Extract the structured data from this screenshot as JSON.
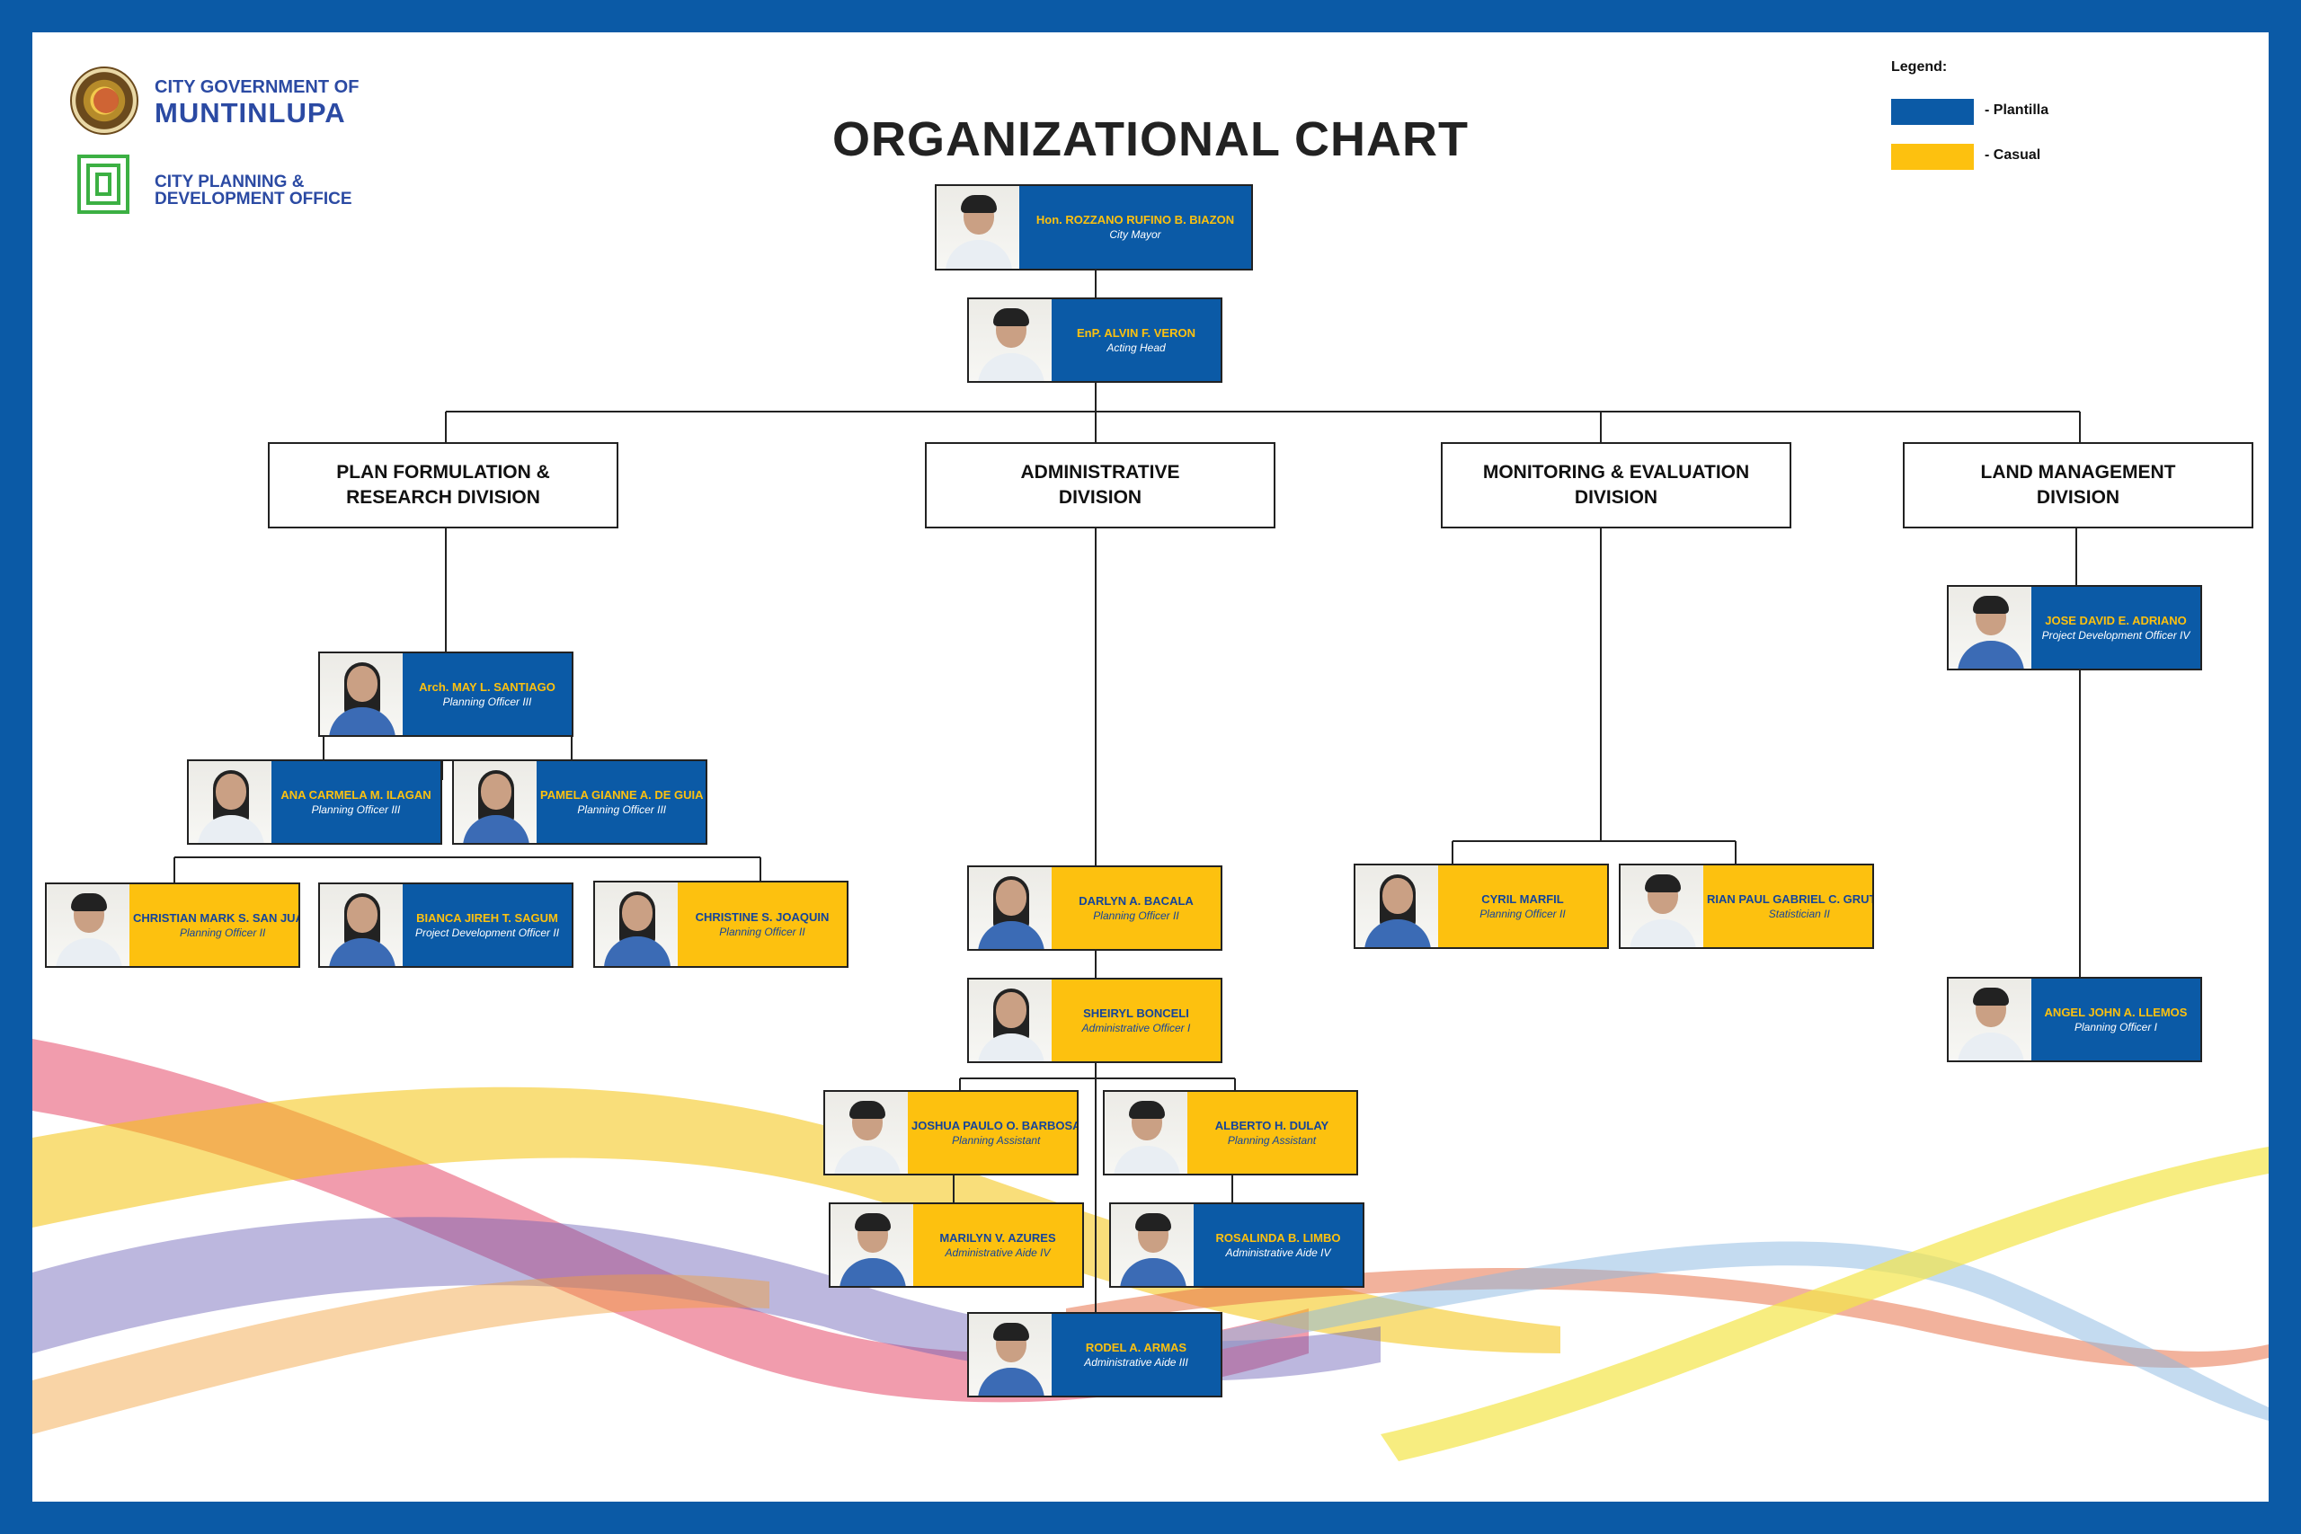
{
  "header": {
    "title": "ORGANIZATIONAL CHART",
    "org_line1": "CITY GOVERNMENT OF",
    "org_line2": "MUNTINLUPA",
    "office_line1": "CITY PLANNING &",
    "office_line2": "DEVELOPMENT OFFICE"
  },
  "legend": {
    "title": "Legend:",
    "plantilla_label": "- Plantilla",
    "casual_label": "- Casual",
    "plantilla_color": "#0b5aa6",
    "casual_color": "#fdc10f"
  },
  "divisions": {
    "plan": {
      "line1": "PLAN FORMULATION &",
      "line2": "RESEARCH DIVISION"
    },
    "admin": {
      "line1": "ADMINISTRATIVE",
      "line2": "DIVISION"
    },
    "monitoring": {
      "line1": "MONITORING & EVALUATION",
      "line2": "DIVISION"
    },
    "land": {
      "line1": "LAND MANAGEMENT",
      "line2": "DIVISION"
    }
  },
  "staff": {
    "mayor": {
      "name": "Hon. ROZZANO RUFINO B. BIAZON",
      "role": "City Mayor",
      "status": "plantilla"
    },
    "head": {
      "name": "EnP. ALVIN F. VERON",
      "role": "Acting Head",
      "status": "plantilla"
    },
    "santiago": {
      "name": "Arch. MAY L. SANTIAGO",
      "role": "Planning Officer III",
      "status": "plantilla"
    },
    "ilagan": {
      "name": "ANA CARMELA M. ILAGAN",
      "role": "Planning Officer III",
      "status": "plantilla"
    },
    "deguia": {
      "name": "PAMELA GIANNE A. DE GUIA",
      "role": "Planning Officer III",
      "status": "plantilla"
    },
    "sanjuan": {
      "name": "CHRISTIAN MARK S. SAN JUAN",
      "role": "Planning Officer II",
      "status": "casual"
    },
    "sagum": {
      "name": "BIANCA JIREH T. SAGUM",
      "role": "Project Development Officer II",
      "status": "plantilla"
    },
    "joaquin": {
      "name": "CHRISTINE S. JOAQUIN",
      "role": "Planning Officer II",
      "status": "casual"
    },
    "bacala": {
      "name": "DARLYN A. BACALA",
      "role": "Planning Officer II",
      "status": "casual"
    },
    "bonceli": {
      "name": "SHEIRYL BONCELI",
      "role": "Administrative Officer I",
      "status": "casual"
    },
    "barbosa": {
      "name": "JOSHUA PAULO O. BARBOSA",
      "role": "Planning Assistant",
      "status": "casual"
    },
    "dulay": {
      "name": "ALBERTO H. DULAY",
      "role": "Planning Assistant",
      "status": "casual"
    },
    "azures": {
      "name": "MARILYN V. AZURES",
      "role": "Administrative Aide IV",
      "status": "casual"
    },
    "limbo": {
      "name": "ROSALINDA B. LIMBO",
      "role": "Administrative Aide IV",
      "status": "plantilla"
    },
    "armas": {
      "name": "RODEL A. ARMAS",
      "role": "Administrative Aide III",
      "status": "plantilla"
    },
    "marfil": {
      "name": "CYRIL MARFIL",
      "role": "Planning Officer II",
      "status": "casual"
    },
    "grutas": {
      "name": "RIAN PAUL GABRIEL C. GRUTAS",
      "role": "Statistician II",
      "status": "casual"
    },
    "adriano": {
      "name": "JOSE DAVID E. ADRIANO",
      "role": "Project Development Officer IV",
      "status": "plantilla"
    },
    "llemos": {
      "name": "ANGEL JOHN A. LLEMOS",
      "role": "Planning Officer I",
      "status": "plantilla"
    }
  }
}
